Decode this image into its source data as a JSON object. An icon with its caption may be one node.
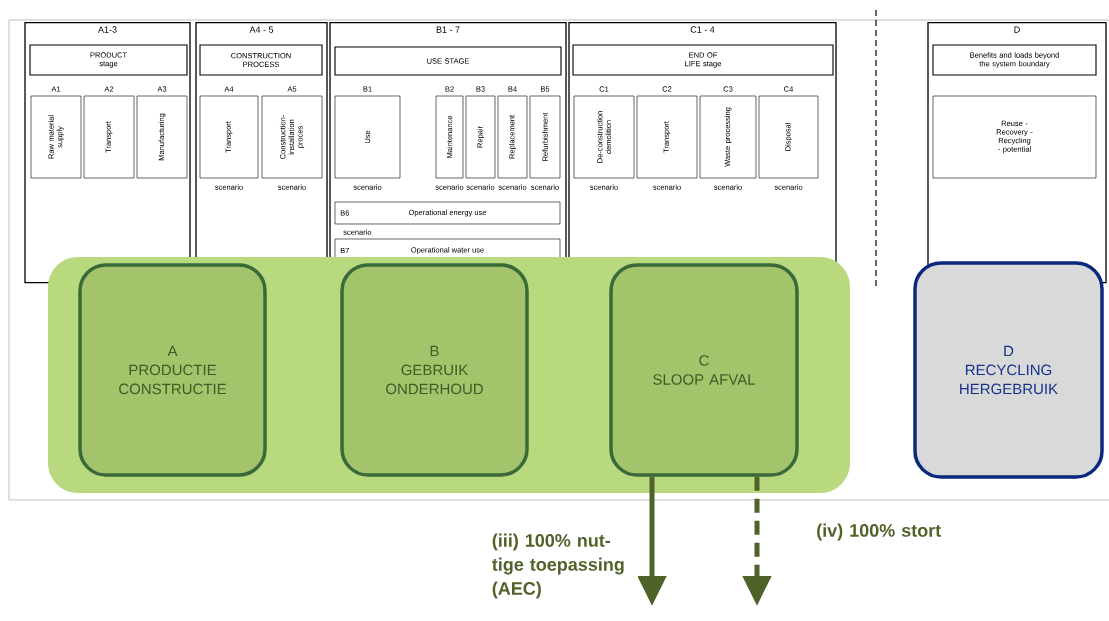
{
  "diagram": {
    "nodes": [
      {
        "text": [
          "A1-3"
        ]
      },
      {
        "text": [
          "PRODUCT stage"
        ],
        "in": 0
      },
      {
        "text": [
          "A1",
          "Raw material supply"
        ],
        "in": 0
      },
      {
        "text": [
          "A2",
          "Transport"
        ],
        "in": 0
      },
      {
        "text": [
          "A3",
          "Manufacturing"
        ],
        "in": 0
      },
      {
        "text": [
          "A4 - 5"
        ]
      },
      {
        "text": [
          "CONSTRUCTION PROCESS"
        ],
        "in": 5
      },
      {
        "text": [
          "A4",
          "Transport"
        ],
        "beside": [
          "scenario"
        ],
        "in": 5
      },
      {
        "text": [
          "A5",
          "Construction- installation proces"
        ],
        "beside": [
          "scenario"
        ],
        "in": 5
      },
      {
        "text": [
          "B1 - 7"
        ]
      },
      {
        "text": [
          "USE STAGE"
        ],
        "in": 9
      },
      {
        "text": [
          "B1",
          "Use"
        ],
        "beside": [
          "scenario"
        ],
        "in": 9
      },
      {
        "text": [
          "B2",
          "Maintenance"
        ],
        "beside": [
          "scenario"
        ],
        "in": 9
      },
      {
        "text": [
          "B3",
          "Repair"
        ],
        "beside": [
          "scenario"
        ],
        "in": 9
      },
      {
        "text": [
          "B4",
          "Replacement"
        ],
        "beside": [
          "scenario"
        ],
        "in": 9
      },
      {
        "text": [
          "B5",
          "Refurbishment"
        ],
        "beside": [
          "scenario"
        ],
        "in": 9
      },
      {
        "text": [
          "B6",
          "Operational energy use"
        ],
        "beside": [
          "scenario"
        ],
        "in": 9
      },
      {
        "text": [
          "B7",
          "Operational water use"
        ],
        "in": 9
      },
      {
        "text": [
          "C1 - 4"
        ]
      },
      {
        "text": [
          "END OF LIFE stage"
        ],
        "in": 18
      },
      {
        "text": [
          "C1",
          "De-construction demolition"
        ],
        "beside": [
          "scenario"
        ],
        "in": 18
      },
      {
        "text": [
          "C2",
          "Transport"
        ],
        "beside": [
          "scenario"
        ],
        "in": 18
      },
      {
        "text": [
          "C3",
          "Waste processing"
        ],
        "beside": [
          "scenario"
        ],
        "in": 18
      },
      {
        "text": [
          "C4",
          "Disposal"
        ],
        "beside": [
          "scenario"
        ],
        "in": 18
      },
      {
        "text": [
          "D"
        ]
      },
      {
        "text": [
          "Benefits and loads beyond the system boundary"
        ],
        "in": 24
      },
      {
        "text": [
          "Reuse - Recovery - Recycling - potential"
        ],
        "in": 24
      },
      {
        "text": [],
        "shape": "box"
      },
      {
        "text": [
          "A",
          "PRODUCTIE CONSTRUCTIE"
        ],
        "in": 27
      },
      {
        "text": [
          "B",
          "GEBRUIK ONDERHOUD"
        ],
        "in": 27
      },
      {
        "text": [
          "C",
          "SLOOP AFVAL"
        ],
        "in": 27
      },
      {
        "text": [
          "D",
          "RECYCLING HERGEBRUIK"
        ]
      }
    ],
    "edges": [
      {
        "from": 30,
        "to": null,
        "arrow": "to",
        "label": "(iii) 100% nut- tige toepassing (AEC)"
      },
      {
        "from": 30,
        "to": null,
        "arrow": "to",
        "label": "(iv) 100% stort",
        "style": "dashed"
      }
    ]
  }
}
